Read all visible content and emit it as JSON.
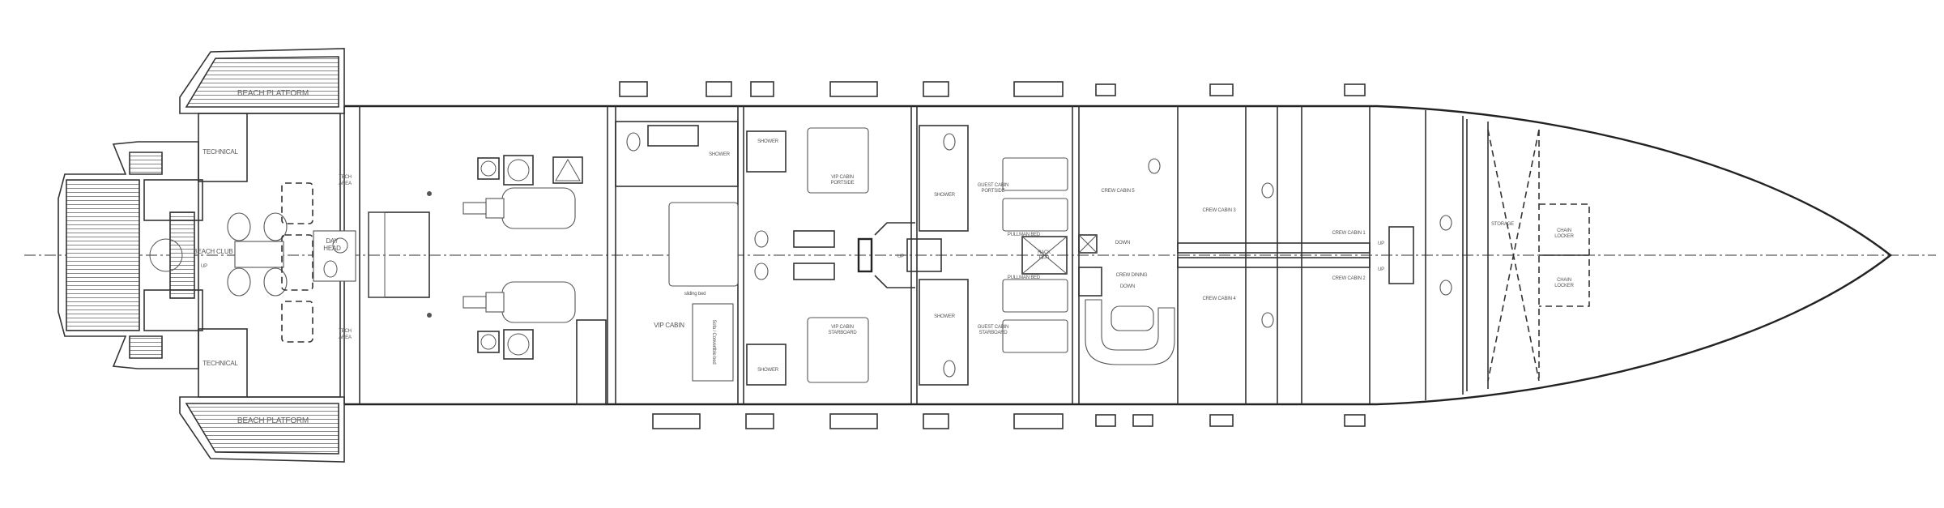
{
  "plan": {
    "stern": {
      "beach_platform_port": "BEACH PLATFORM",
      "beach_platform_stbd": "BEACH PLATFORM",
      "technical_port": "TECHNICAL",
      "technical_stbd": "TECHNICAL",
      "beach_club": "BEACH CLUB",
      "day_head_1": "DAY",
      "day_head_2": "HEAD",
      "tech_area_port_1": "TECH",
      "tech_area_port_2": "AREA",
      "tech_area_stbd_1": "TECH",
      "tech_area_stbd_2": "AREA",
      "up": "UP"
    },
    "guest": {
      "vip_cabin": "VIP CABIN",
      "shower_vip": "SHOWER",
      "sliding_bed": "sliding bed",
      "sofa_bed": "Sofa / Convertible bed",
      "shower_port": "SHOWER",
      "shower_stbd": "SHOWER",
      "vip_port_1": "VIP CABIN",
      "vip_port_2": "PORTSIDE",
      "vip_stbd_1": "VIP CABIN",
      "vip_stbd_2": "STARBOARD",
      "guest_shower_port": "SHOWER",
      "guest_shower_stbd": "SHOWER",
      "guest_port_1": "GUEST CABIN",
      "guest_port_2": "PORTSIDE",
      "guest_stbd_1": "GUEST CABIN",
      "guest_stbd_2": "STARBOARD",
      "pullman_port": "PULLMAN BED",
      "pullman_stbd": "PULLMAN BED",
      "rack_1": "RACK",
      "rack_2": "HI-FI",
      "up": "UP"
    },
    "crew": {
      "crew_cabin_5": "CREW CABIN 5",
      "crew_dining": "CREW DINING",
      "down_1": "DOWN",
      "down_2": "DOWN",
      "crew_cabin_3": "CREW CABIN 3",
      "crew_cabin_4": "CREW CABIN 4",
      "crew_cabin_1": "CREW CABIN 1",
      "crew_cabin_2": "CREW CABIN 2",
      "up_1": "UP",
      "up_2": "UP"
    },
    "bow": {
      "storage": "STORAGE",
      "chain_locker_port_1": "CHAIN",
      "chain_locker_port_2": "LOCKER",
      "chain_locker_stbd_1": "CHAIN",
      "chain_locker_stbd_2": "LOCKER"
    }
  }
}
